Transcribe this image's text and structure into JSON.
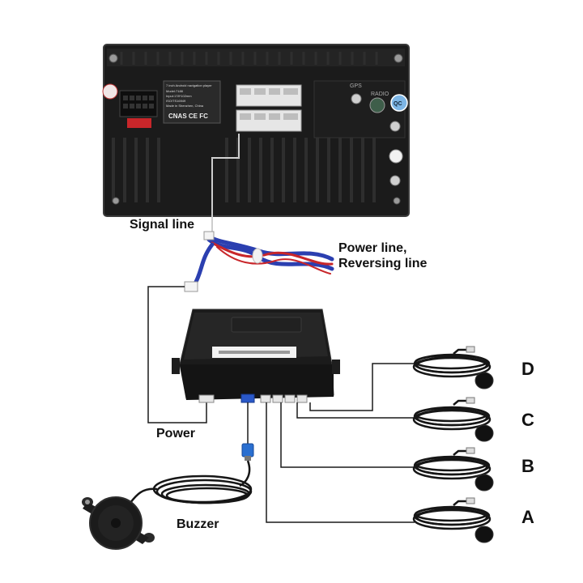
{
  "labels": {
    "signal_line": "Signal line",
    "power_reversing_line1": "Power line,",
    "power_reversing_line2": "Reversing line",
    "power": "Power",
    "buzzer": "Buzzer"
  },
  "sensors": [
    {
      "letter": "D"
    },
    {
      "letter": "C"
    },
    {
      "letter": "B"
    },
    {
      "letter": "A"
    }
  ],
  "head_unit": {
    "sticker_lines": [
      "7 inch Android navigation player",
      "Model:7188",
      "Input:178*102mm",
      "ISO/TS16949",
      "Made in Shenzhen, China"
    ],
    "port_labels": [
      "GPS",
      "RADIO"
    ],
    "qc_sticker": "QC"
  },
  "colors": {
    "device_body": "#1b1b1b",
    "device_edge": "#3a3a3a",
    "cable_blue": "#2b3fb0",
    "cable_red": "#c8262a",
    "wire": "#1a1a1a",
    "qc_badge": "#7db6e6"
  }
}
